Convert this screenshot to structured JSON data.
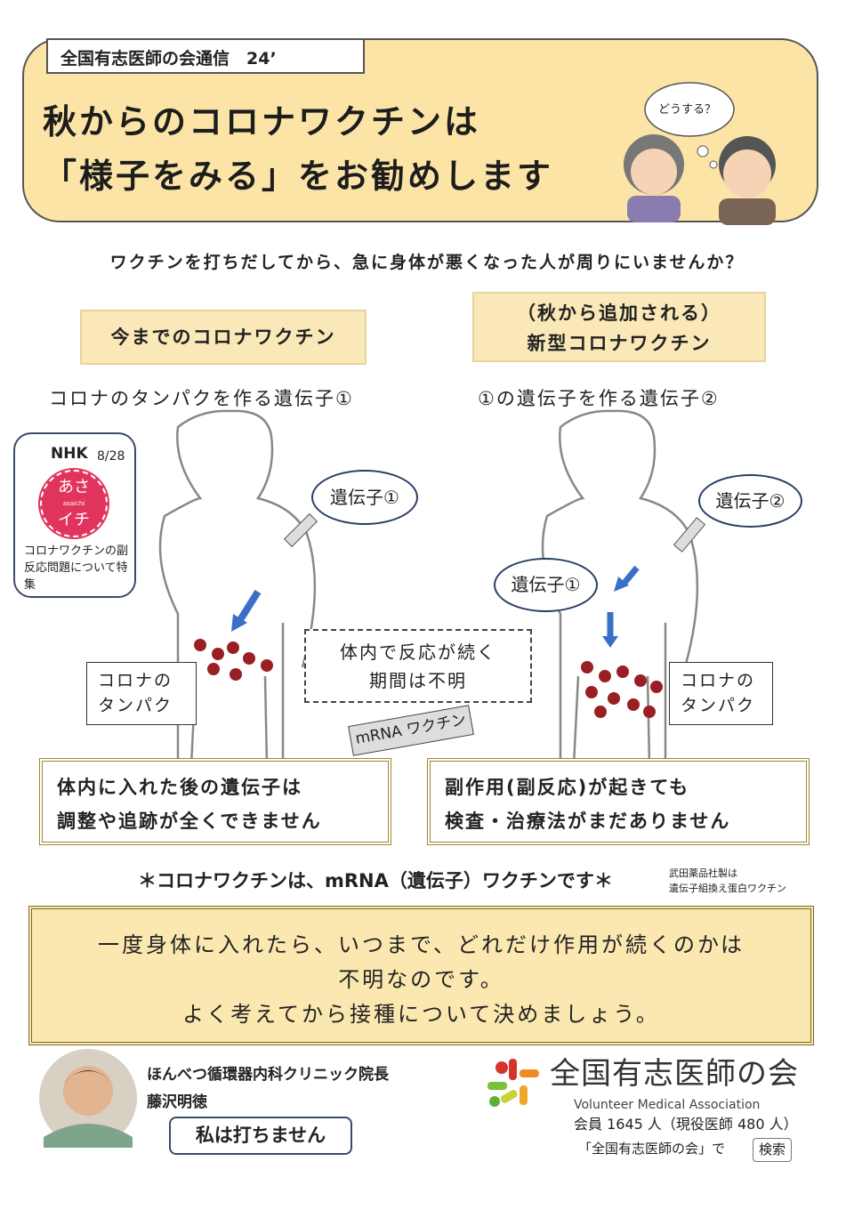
{
  "header": {
    "tag": "全国有志医師の会通信　24’",
    "title_line1": "秋からのコロナワクチンは",
    "title_line2": "「様子をみる」をお勧めします",
    "thought_bubble": "どうする？"
  },
  "question": "ワクチンを打ちだしてから、急に身体が悪くなった人が周りにいませんか？",
  "left": {
    "label": "今までのコロナワクチン",
    "caption": "コロナのタンパクを作る遺伝子①",
    "gene_bubble": "遺伝子①",
    "protein_line1": "コロナの",
    "protein_line2": "タンパク"
  },
  "right": {
    "label_line1": "（秋から追加される）",
    "label_line2": "新型コロナワクチン",
    "caption": "①の遺伝子を作る遺伝子②",
    "gene_bubble2": "遺伝子②",
    "gene_bubble1": "遺伝子①",
    "protein_line1": "コロナの",
    "protein_line2": "タンパク"
  },
  "nhk": {
    "channel": "NHK",
    "date": "8/28",
    "logo_top": "あさ",
    "logo_mid": "asaichi",
    "logo_bottom": "イチ",
    "desc": "コロナワクチンの副反応問題について特集"
  },
  "middle_note": {
    "line1": "体内で反応が続く",
    "line2": "期間は不明"
  },
  "mrna_tag": "mRNA ワクチン",
  "bottom_left": {
    "line1": "体内に入れた後の遺伝子は",
    "line2": "調整や追跡が全くできません"
  },
  "bottom_right": {
    "line1": "副作用(副反応)が起きても",
    "line2": "検査・治療法がまだありません"
  },
  "note": {
    "main": "＊コロナワクチンは、mRNA（遺伝子）ワクチンです＊",
    "side1": "武田薬品社製は",
    "side2": "遺伝子組換え蛋白ワクチン"
  },
  "message": {
    "line1": "一度身体に入れたら、いつまで、どれだけ作用が続くのかは",
    "line2": "不明なのです。",
    "line3": "よく考えてから接種について決めましょう。"
  },
  "doctor": {
    "title": "ほんべつ循環器内科クリニック院長",
    "name": "藤沢明徳",
    "quote": "私は打ちません"
  },
  "org": {
    "name": "全国有志医師の会",
    "english": "Volunteer Medical Association",
    "members": "会員 1645 人（現役医師 480 人）",
    "search_text": "「全国有志医師の会」で",
    "search_button": "検索"
  }
}
